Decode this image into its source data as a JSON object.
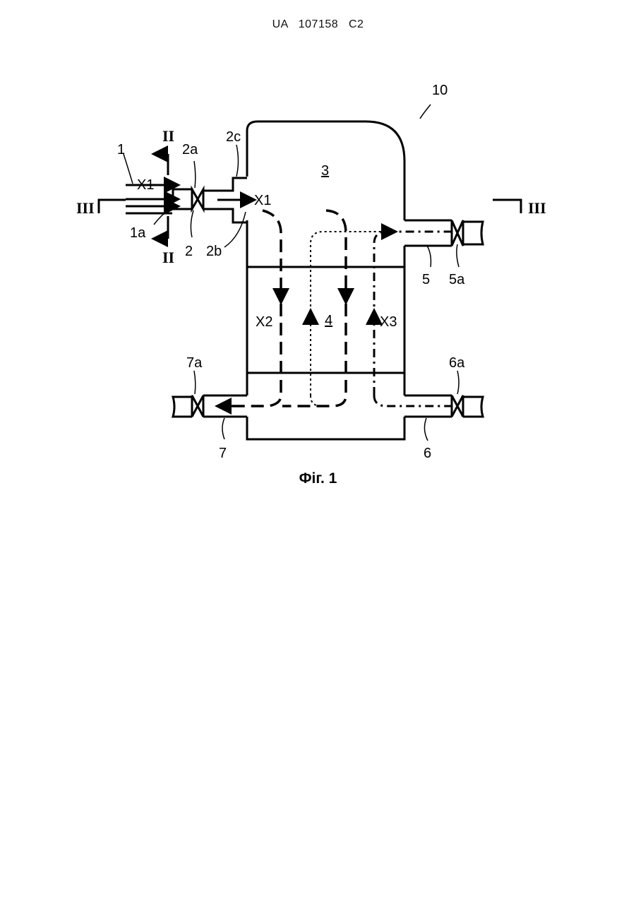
{
  "header": {
    "text": "UA   107158   C2"
  },
  "figure": {
    "caption": "Фіг. 1",
    "labels": {
      "apparatus": "10",
      "chamber": "3",
      "core": "4",
      "inlet_pipe": "1",
      "inlet_pipe_end": "1a",
      "valve_2": "2",
      "valve_2a": "2a",
      "nozzle_2b": "2b",
      "flange_2c": "2c",
      "outlet_5": "5",
      "valve_5a": "5a",
      "outlet_6": "6",
      "valve_6a": "6a",
      "outlet_7": "7",
      "valve_7a": "7a",
      "flow_x1_in": "X1",
      "flow_x1_chamber": "X1",
      "flow_x2": "X2",
      "flow_x3": "X3",
      "section_ii_top": "II",
      "section_ii_bottom": "II",
      "section_iii_left": "III",
      "section_iii_right": "III"
    }
  }
}
